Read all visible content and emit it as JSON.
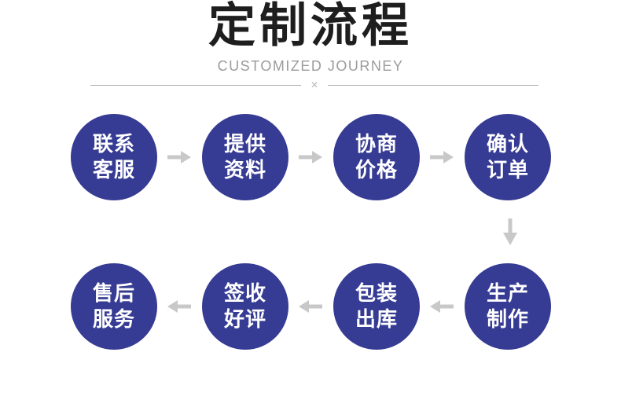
{
  "header": {
    "title": "定制流程",
    "subtitle": "CUSTOMIZED JOURNEY",
    "divider_glyph": "×"
  },
  "flow": {
    "steps": [
      {
        "line1": "联系",
        "line2": "客服"
      },
      {
        "line1": "提供",
        "line2": "资料"
      },
      {
        "line1": "协商",
        "line2": "价格"
      },
      {
        "line1": "确认",
        "line2": "订单"
      },
      {
        "line1": "生产",
        "line2": "制作"
      },
      {
        "line1": "包装",
        "line2": "出库"
      },
      {
        "line1": "签收",
        "line2": "好评"
      },
      {
        "line1": "售后",
        "line2": "服务"
      }
    ]
  },
  "colors": {
    "circle": "#363b93",
    "circle_text": "#ffffff",
    "arrow": "#c8c8c8",
    "title": "#1e1e1e",
    "subtitle": "#9b9b9b",
    "divider": "#a9a9a9"
  }
}
